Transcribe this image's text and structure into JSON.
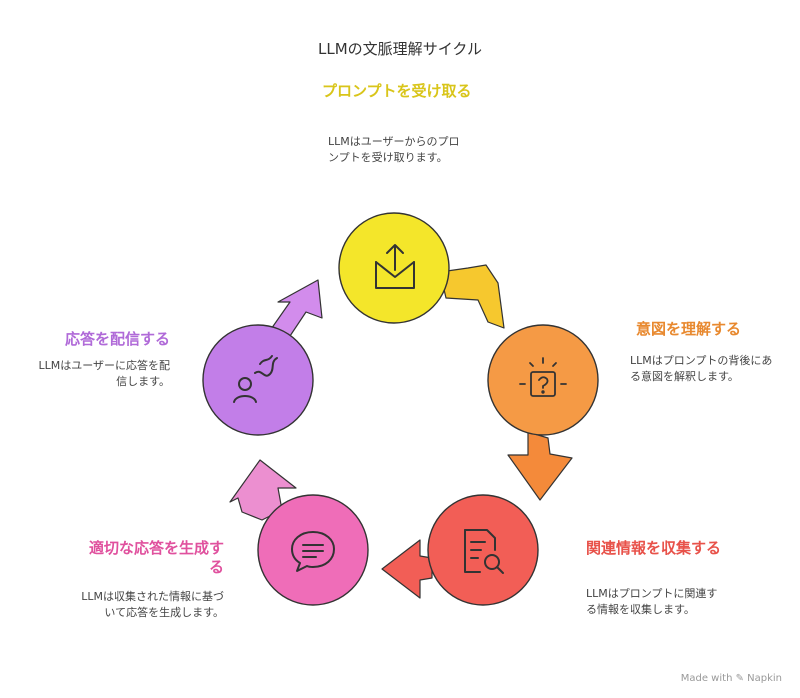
{
  "title": "LLMの文脈理解サイクル",
  "colors": {
    "receive": "#f4e62a",
    "understand": "#f59a45",
    "collect": "#f25e56",
    "generate": "#f06ab4",
    "deliver": "#c27ee8"
  },
  "steps": [
    {
      "title": "プロンプトを受け取る",
      "desc": "LLMはユーザーからのプロンプトを受け取ります。",
      "icon": "envelope-upload-icon"
    },
    {
      "title": "意図を理解する",
      "desc": "LLMはプロンプトの背後にある意図を解釈します。",
      "icon": "question-box-icon"
    },
    {
      "title": "関連情報を収集する",
      "desc": "LLMはプロンプトに関連する情報を収集します。",
      "icon": "document-search-icon"
    },
    {
      "title": "適切な応答を生成する",
      "desc": "LLMは収集された情報に基づいて応答を生成します。",
      "icon": "chat-bubble-icon"
    },
    {
      "title": "応答を配信する",
      "desc": "LLMはユーザーに応答を配信します。",
      "icon": "user-delivery-icon"
    }
  ],
  "footer": "Made with ✎ Napkin"
}
